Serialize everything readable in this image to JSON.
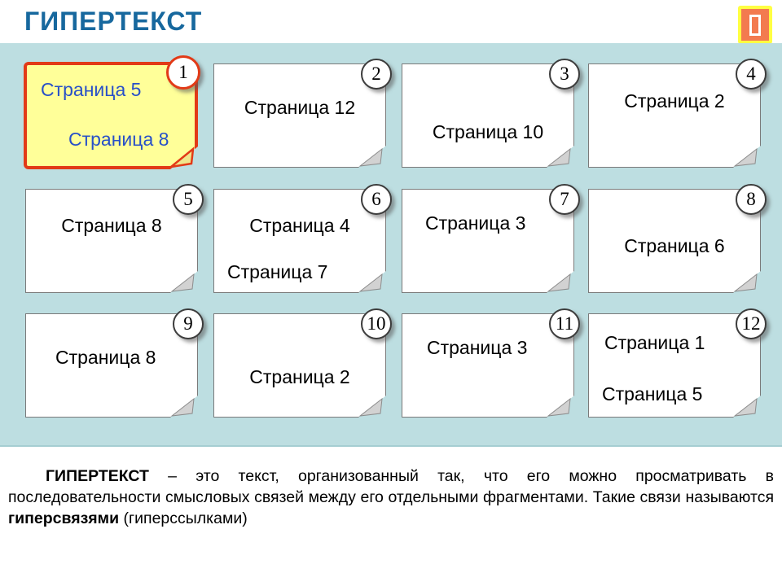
{
  "slide": {
    "title": "ГИПЕРТЕКСТ",
    "footer": {
      "part1": "ГИПЕРТЕКСТ",
      "part2": " – это текст, организованный так, что его можно просматривать в последовательности смысловых связей между его отдельными фрагментами. Такие связи называются ",
      "part3": "гиперсвязями",
      "part4": " (гиперссылками)"
    }
  },
  "toolbar": {
    "exit_icon": "door-icon"
  },
  "colors": {
    "panel_background": "#bddee1",
    "title_blue": "#17689E",
    "highlight_card_fill": "#ffff99",
    "highlight_card_border": "#e23a17",
    "link_blue": "#2850c8",
    "exit_button_yellow": "#ffff42",
    "exit_button_orange": "#f37a4f"
  },
  "cards": [
    {
      "number": "1",
      "lines": [
        "Страница 5",
        "Страница 8"
      ],
      "highlighted": true
    },
    {
      "number": "2",
      "lines": [
        "Страница 12"
      ]
    },
    {
      "number": "3",
      "lines": [
        "Страница 10"
      ]
    },
    {
      "number": "4",
      "lines": [
        "Страница 2"
      ]
    },
    {
      "number": "5",
      "lines": [
        "Страница 8"
      ]
    },
    {
      "number": "6",
      "lines": [
        "Страница 4",
        "Страница 7"
      ]
    },
    {
      "number": "7",
      "lines": [
        "Страница 3"
      ]
    },
    {
      "number": "8",
      "lines": [
        "Страница 6"
      ]
    },
    {
      "number": "9",
      "lines": [
        "Страница 8"
      ]
    },
    {
      "number": "10",
      "lines": [
        "Страница 2"
      ]
    },
    {
      "number": "11",
      "lines": [
        "Страница 3"
      ]
    },
    {
      "number": "12",
      "lines": [
        "Страница 1",
        "Страница 5"
      ]
    }
  ]
}
